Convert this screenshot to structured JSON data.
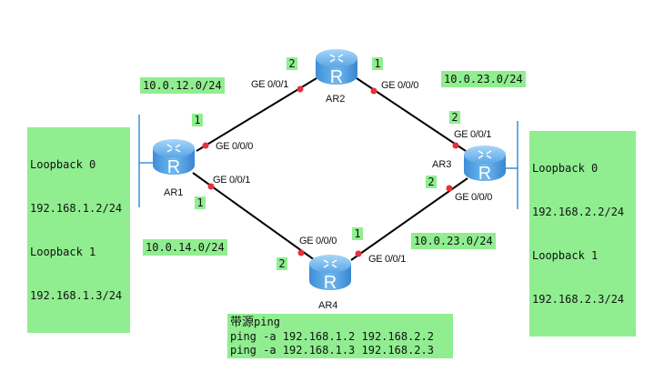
{
  "routers": [
    {
      "id": "AR1",
      "label": "AR1"
    },
    {
      "id": "AR2",
      "label": "AR2"
    },
    {
      "id": "AR3",
      "label": "AR3"
    },
    {
      "id": "AR4",
      "label": "AR4"
    }
  ],
  "links": [
    {
      "from": "AR1",
      "from_port": "GE 0/0/0",
      "to": "AR2",
      "to_port": "GE 0/0/1",
      "subnet": "10.0.12.0/24",
      "from_host": "1",
      "to_host": "2"
    },
    {
      "from": "AR2",
      "from_port": "GE 0/0/0",
      "to": "AR3",
      "to_port": "GE 0/0/1",
      "subnet": "10.0.23.0/24",
      "from_host": "1",
      "to_host": "2"
    },
    {
      "from": "AR1",
      "from_port": "GE 0/0/1",
      "to": "AR4",
      "to_port": "GE 0/0/0",
      "subnet": "10.0.14.0/24",
      "from_host": "1",
      "to_host": "2"
    },
    {
      "from": "AR4",
      "from_port": "GE 0/0/1",
      "to": "AR3",
      "to_port": "GE 0/0/0",
      "subnet": "10.0.23.0/24",
      "from_host": "1",
      "to_host": "2"
    }
  ],
  "loopbacks": {
    "AR1": {
      "lines": [
        "Loopback 0",
        "192.168.1.2/24",
        "Loopback 1",
        "192.168.1.3/24"
      ]
    },
    "AR3": {
      "lines": [
        "Loopback 0",
        "192.168.2.2/24",
        "Loopback 1",
        "192.168.2.3/24"
      ]
    }
  },
  "note": {
    "title_cn": "带源",
    "title_en": "ping",
    "commands": [
      "ping -a 192.168.1.2 192.168.2.2",
      "ping -a 192.168.1.3 192.168.2.3"
    ]
  },
  "colors": {
    "label_bg": "#90ee90",
    "link": "#000000",
    "port_dot": "#e8303a",
    "loopback_line": "#1f7fd6",
    "router_body": "#4a9fe0"
  }
}
